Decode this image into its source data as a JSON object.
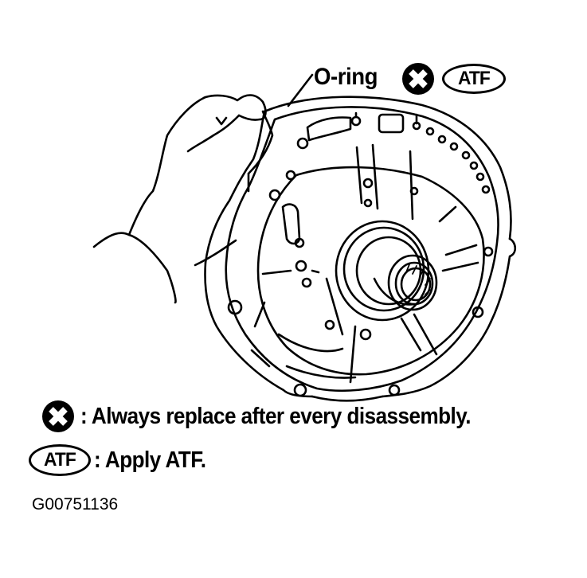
{
  "diagram": {
    "subject": "oil-pump-body-held-by-hand",
    "callout": {
      "part_label": "O-ring",
      "symbols": [
        "replace-always-icon",
        "apply-atf-icon"
      ],
      "atf_badge_text": "ATF"
    },
    "legend": [
      {
        "symbol": "replace-always-icon",
        "separator": ":",
        "text": ": Always replace after every disassembly."
      },
      {
        "symbol": "apply-atf-icon",
        "badge_text": "ATF",
        "text": ": Apply ATF."
      }
    ],
    "figure_id": "G00751136",
    "colors": {
      "ink": "#000000",
      "background": "#ffffff"
    }
  }
}
